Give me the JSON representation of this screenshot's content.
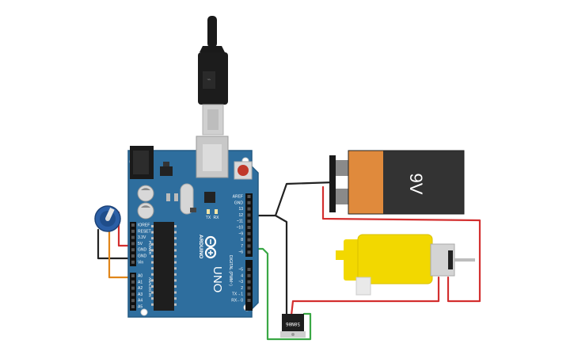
{
  "arduino": {
    "brand": "ARDUINO",
    "model": "UNO",
    "tx": "TX",
    "rx": "RX",
    "power_header": "POWER",
    "analog_header": "ANALOG IN",
    "digital_header": "DIGITAL (PWM~)",
    "power_pins": [
      "IOREF",
      "RESET",
      "3.3V",
      "5V",
      "GND",
      "GND",
      "Vin"
    ],
    "analog_pins": [
      "A0",
      "A1",
      "A2",
      "A3",
      "A4",
      "A5"
    ],
    "digital_pins": [
      "AREF",
      "GND",
      "13",
      "12",
      "~11",
      "~10",
      "~9",
      "8",
      "7",
      "~6",
      "~5",
      "4",
      "~3",
      "2",
      "TX→1",
      "RX←0"
    ],
    "board_color": "#2e6e9e"
  },
  "battery": {
    "label": "9V",
    "body_color": "#333333",
    "band_color": "#e08a3c"
  },
  "transistor": {
    "label": "50N06"
  },
  "motor": {
    "body_color": "#f2d800"
  },
  "wires": {
    "red": "#d32f2f",
    "black": "#222222",
    "green": "#3aa845",
    "orange": "#e0861a"
  }
}
